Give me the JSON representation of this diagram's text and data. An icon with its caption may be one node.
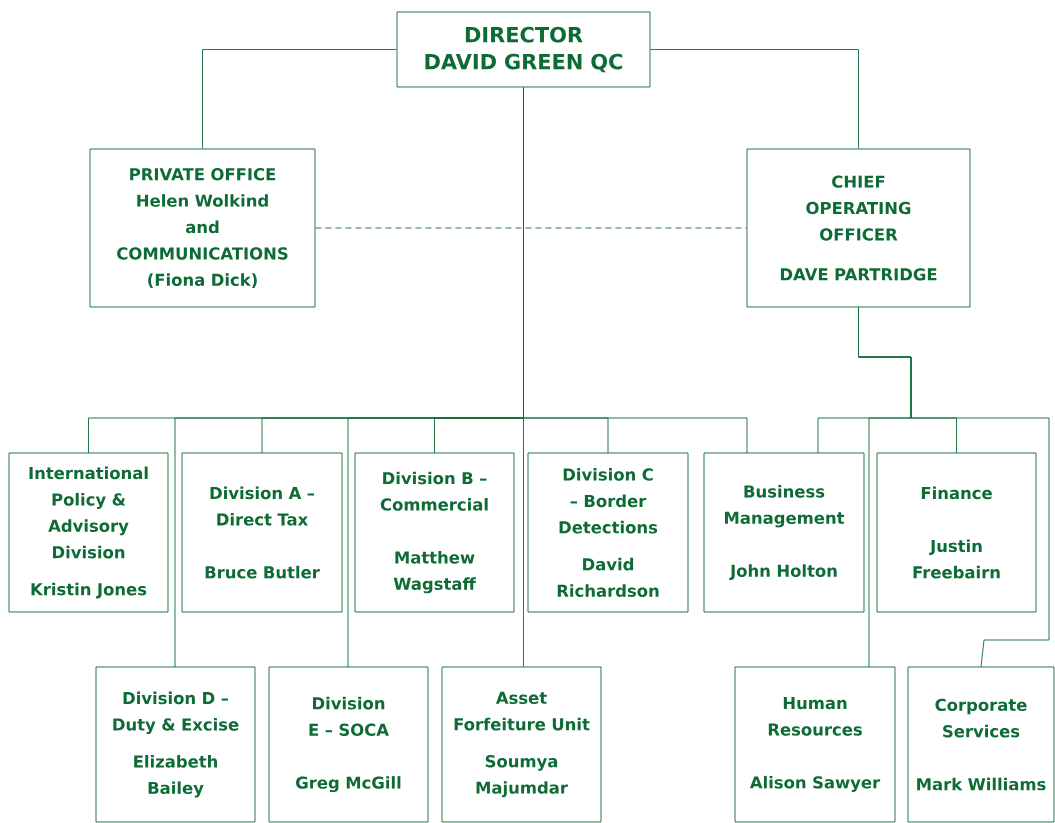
{
  "diagram": {
    "nodes": [
      {
        "text": [
          "DIRECTOR",
          "DAVID GREEN QC"
        ]
      },
      {
        "text": [
          "PRIVATE OFFICE",
          "Helen Wolkind",
          "and",
          "COMMUNICATIONS",
          "(Fiona Dick)"
        ]
      },
      {
        "text": [
          "CHIEF OPERATING OFFICER",
          "DAVE PARTRIDGE"
        ]
      },
      {
        "text": [
          "International Policy & Advisory Division",
          "Kristin Jones"
        ]
      },
      {
        "text": [
          "Division A – Direct Tax",
          "Bruce Butler"
        ]
      },
      {
        "text": [
          "Division B – Commercial",
          "Matthew Wagstaff"
        ]
      },
      {
        "text": [
          "Division C – Border Detections",
          "David Richardson"
        ]
      },
      {
        "text": [
          "Business Management",
          "John Holton"
        ]
      },
      {
        "text": [
          "Finance",
          "Justin Freebairn"
        ]
      },
      {
        "text": [
          "Division D – Duty & Excise",
          "Elizabeth Bailey"
        ]
      },
      {
        "text": [
          "Division E – SOCA",
          "Greg McGill"
        ]
      },
      {
        "text": [
          "Asset Forfeiture Unit",
          "Soumya Majumdar"
        ]
      },
      {
        "text": [
          "Human Resources",
          "Alison Sawyer"
        ]
      },
      {
        "text": [
          "Corporate Services",
          "Mark Williams"
        ]
      }
    ],
    "edges": [
      {
        "from": 0,
        "to": 1,
        "arrow": "none"
      },
      {
        "from": 0,
        "to": 2,
        "arrow": "none"
      },
      {
        "from": 1,
        "to": 2,
        "arrow": "none",
        "style": "dashed"
      },
      {
        "from": 0,
        "to": 3,
        "arrow": "none"
      },
      {
        "from": 0,
        "to": 9,
        "arrow": "none"
      },
      {
        "from": 0,
        "to": 4,
        "arrow": "none"
      },
      {
        "from": 0,
        "to": 10,
        "arrow": "none"
      },
      {
        "from": 0,
        "to": 5,
        "arrow": "none"
      },
      {
        "from": 0,
        "to": 11,
        "arrow": "none"
      },
      {
        "from": 0,
        "to": 6,
        "arrow": "none"
      },
      {
        "from": 0,
        "to": 7,
        "arrow": "none"
      },
      {
        "from": 2,
        "to": 7,
        "arrow": "none"
      },
      {
        "from": 2,
        "to": 12,
        "arrow": "none"
      },
      {
        "from": 2,
        "to": 8,
        "arrow": "none"
      },
      {
        "from": 2,
        "to": 13,
        "arrow": "none"
      }
    ]
  }
}
